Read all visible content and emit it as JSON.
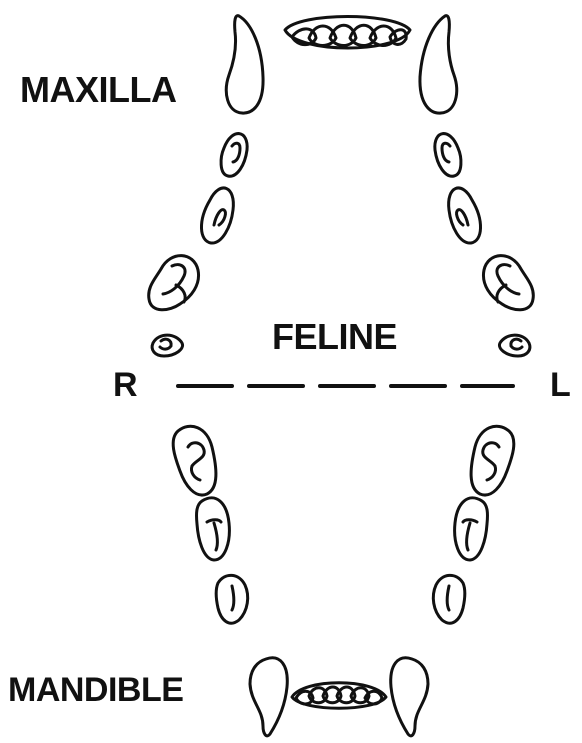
{
  "diagram": {
    "labels": {
      "maxilla": "MAXILLA",
      "feline": "FELINE",
      "right": "R",
      "left": "L",
      "mandible": "MANDIBLE"
    },
    "colors": {
      "ink": "#111111",
      "background": "#ffffff"
    }
  }
}
